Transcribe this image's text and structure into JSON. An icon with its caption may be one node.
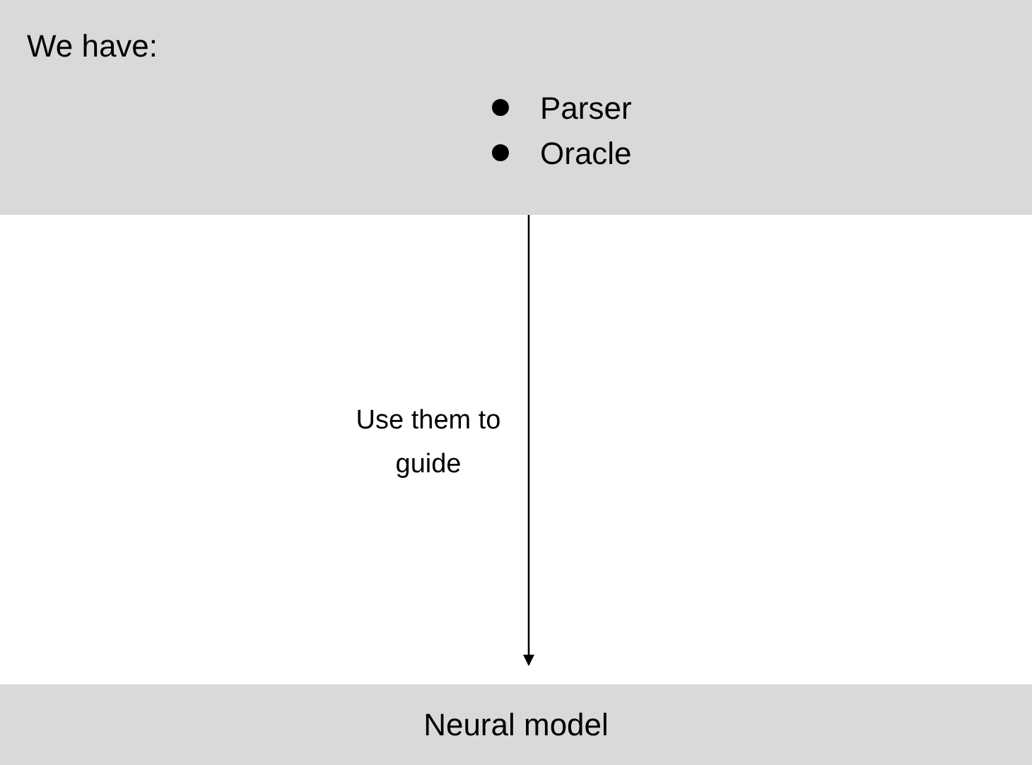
{
  "diagram": {
    "nodes": [
      {
        "text": [
          "We have:",
          "Parser",
          "Oracle"
        ]
      },
      {
        "text": [
          "Neural model"
        ]
      }
    ],
    "edges": [
      {
        "from": 0,
        "to": 1,
        "arrow": "to",
        "label": "Use them to guide"
      }
    ]
  }
}
